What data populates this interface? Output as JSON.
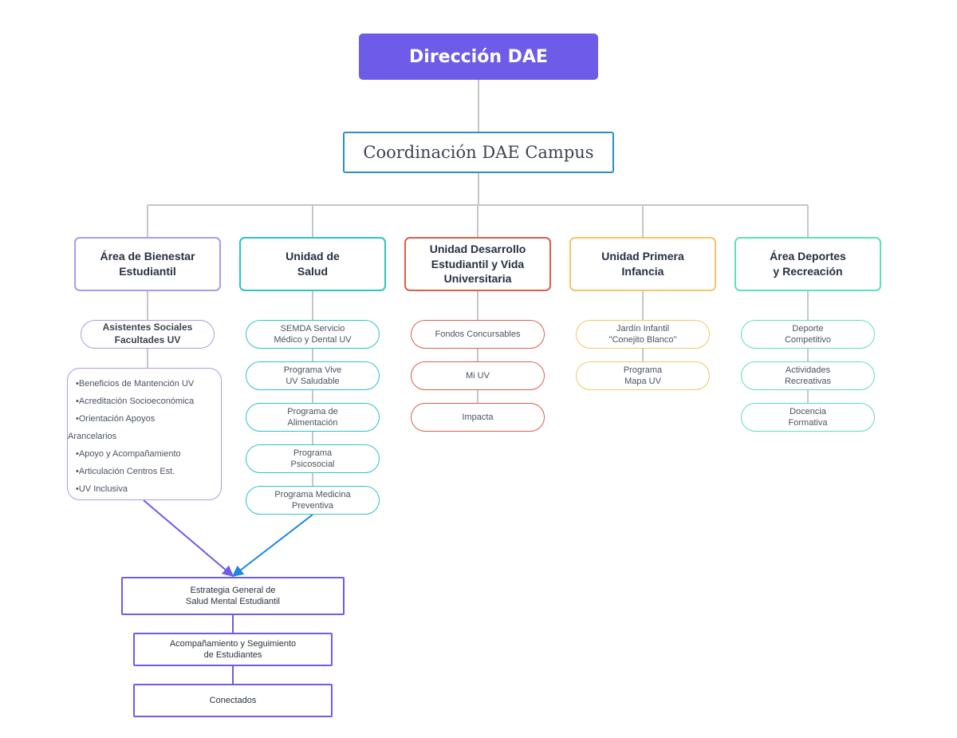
{
  "root": {
    "label": "Dirección DAE",
    "color": "#6e5ce8"
  },
  "coordination": {
    "label": "Coordinación DAE Campus",
    "color": "#2f8fc4"
  },
  "departments": [
    {
      "label": "Área de Bienestar\nEstudiantil",
      "color": "#a79ceb",
      "items": [
        "Asistentes Sociales\nFacultades UV"
      ],
      "list": [
        "Beneficios de Mantención UV",
        "Acreditación Socioeconómica",
        "Orientación Apoyos",
        "Arancelarios",
        "Apoyo y Acompañamiento",
        "Articulación Centros Est.",
        "UV Inclusiva"
      ]
    },
    {
      "label": "Unidad de\nSalud",
      "color": "#2cc3c9",
      "items": [
        "SEMDA Servicio\nMédico y Dental UV",
        "Programa Vive\nUV Saludable",
        "Programa de\nAlimentación",
        "Programa\nPsicosocial",
        "Programa Medicina\nPreventiva"
      ]
    },
    {
      "label": "Unidad Desarrollo\nEstudiantil y Vida\nUniversitaria",
      "color": "#d9604a",
      "items": [
        "Fondos Concursables",
        "Mi UV",
        "Impacta"
      ]
    },
    {
      "label": "Unidad Primera\nInfancia",
      "color": "#f5c563",
      "items": [
        "Jardín Infantil\n\"Conejito Blanco\"",
        "Programa\nMapa UV"
      ]
    },
    {
      "label": "Área Deportes\ny Recreación",
      "color": "#5de0bd",
      "items": [
        "Deporte\nCompetitivo",
        "Actividades\nRecreativas",
        "Docencia\nFormativa"
      ]
    }
  ],
  "strategy": {
    "color": "#6e5ce8",
    "arrow_left_color": "#6e5ce8",
    "arrow_right_color": "#1d86e0",
    "boxes": [
      "Estrategia General de\nSalud Mental Estudiantil",
      "Acompañamiento y Seguimiento\nde Estudiantes",
      "Conectados"
    ]
  },
  "line_color": "#c4c6ca"
}
